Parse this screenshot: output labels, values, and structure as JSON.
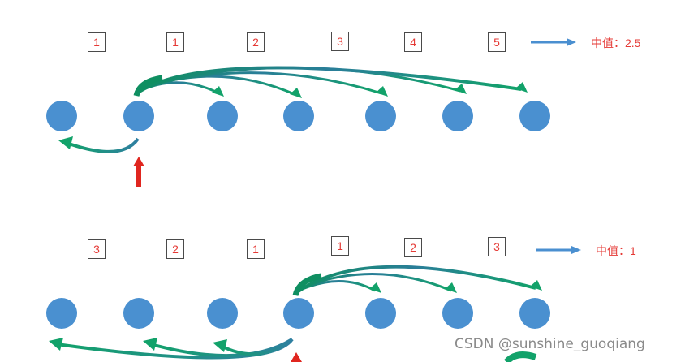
{
  "rows": [
    {
      "boxes": [
        "1",
        "1",
        "2",
        "3",
        "4",
        "5"
      ],
      "median_label": "中值：2.5"
    },
    {
      "boxes": [
        "3",
        "2",
        "1",
        "1",
        "2",
        "3"
      ],
      "median_label": "中值：1"
    }
  ],
  "watermark": "CSDN @sunshine_guoqiang",
  "colors": {
    "node": "#4a90d0",
    "arrow_green": "#12a26a",
    "arrow_teal": "#2f7fa1",
    "pointer_red": "#e0261f",
    "label_red": "#e53935",
    "legend_blue": "#4a8fd0"
  }
}
